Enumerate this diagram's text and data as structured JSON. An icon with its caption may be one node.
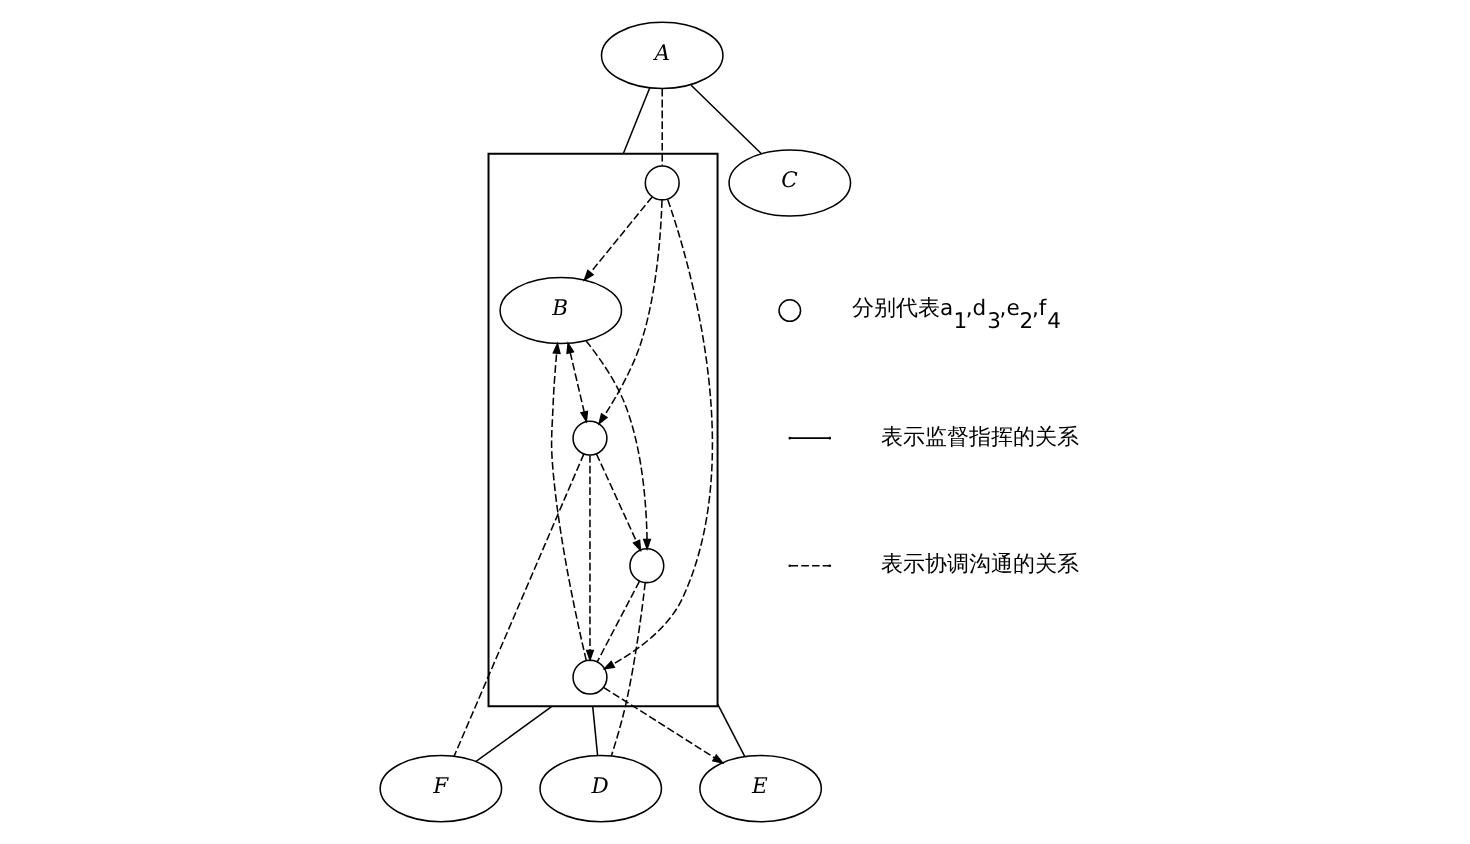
{
  "diagram": {
    "nodes": [
      {
        "text": [
          "A"
        ]
      },
      {
        "text": [],
        "shape": "box"
      },
      {
        "text": [
          "B"
        ],
        "in": 1
      },
      {
        "text": [],
        "shape": "circle",
        "in": 1
      },
      {
        "text": [],
        "shape": "circle",
        "in": 1
      },
      {
        "text": [],
        "shape": "circle",
        "in": 1
      },
      {
        "text": [],
        "shape": "circle",
        "in": 1
      },
      {
        "text": [
          "C"
        ]
      },
      {
        "text": [
          "D"
        ]
      },
      {
        "text": [
          "E"
        ]
      },
      {
        "text": [
          "F"
        ]
      }
    ],
    "edges": [
      {
        "from": 0,
        "to": 1,
        "arrow": "none"
      },
      {
        "from": 0,
        "to": 7,
        "arrow": "none"
      },
      {
        "from": 0,
        "to": 3,
        "arrow": "none",
        "style": "dashed"
      },
      {
        "from": 3,
        "to": 2,
        "arrow": "to",
        "style": "dashed"
      },
      {
        "from": 2,
        "to": 4,
        "arrow": "both",
        "style": "dashed"
      },
      {
        "from": 3,
        "to": 4,
        "arrow": "to",
        "style": "dashed"
      },
      {
        "from": 3,
        "to": 6,
        "arrow": "to",
        "style": "dashed"
      },
      {
        "from": 4,
        "to": 5,
        "arrow": "to",
        "style": "dashed"
      },
      {
        "from": 2,
        "to": 5,
        "arrow": "to",
        "style": "dashed"
      },
      {
        "from": 6,
        "to": 2,
        "arrow": "to",
        "style": "dashed"
      },
      {
        "from": 4,
        "to": 6,
        "arrow": "to",
        "style": "dashed"
      },
      {
        "from": 5,
        "to": 6,
        "arrow": "none",
        "style": "dashed"
      },
      {
        "from": 1,
        "to": 8,
        "arrow": "none"
      },
      {
        "from": 1,
        "to": 9,
        "arrow": "none"
      },
      {
        "from": 1,
        "to": 10,
        "arrow": "none"
      },
      {
        "from": 5,
        "to": 8,
        "arrow": "none",
        "style": "dashed"
      },
      {
        "from": 6,
        "to": 9,
        "arrow": "to",
        "style": "dashed"
      },
      {
        "from": 4,
        "to": 10,
        "arrow": "none",
        "style": "dashed"
      }
    ],
    "legend": [
      {
        "text": "分别代表a$_{1}$,d$_{3}$,e$_{2}$,f$_{4}$"
      },
      {
        "text": "表示监督指挥的关系"
      },
      {
        "text": "表示协调沟通的关系"
      }
    ]
  }
}
